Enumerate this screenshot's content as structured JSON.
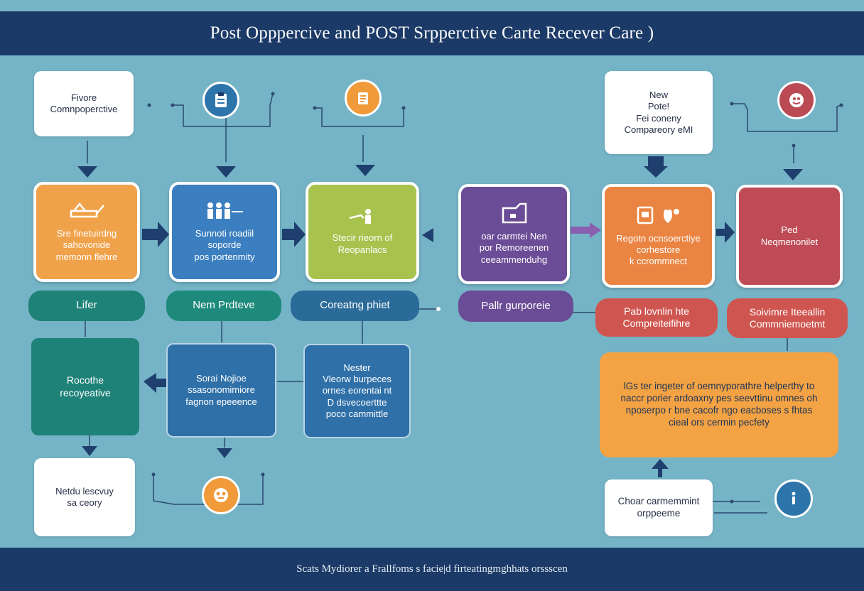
{
  "header": {
    "title": "Post Opppercive and POST Srpperctive Carte Recever Care )"
  },
  "footer": {
    "caption": "Scats Mydiorer a Frallfoms s facie|d firteatingmghhats orssscen"
  },
  "boxes": {
    "pre_operative": [
      "Fivore",
      "Comnpoperctive"
    ],
    "new_post": [
      "New",
      "Pote!",
      "Fei coneny",
      "Compareory eMI"
    ],
    "nil_recovery": [
      "Netdu lescvuy",
      "sa ceory"
    ],
    "choose": [
      "Choar carmemmint",
      "orppeeme"
    ]
  },
  "cards": {
    "c1": [
      "Sre finetuirdng",
      "sahovonide",
      "memonn flehre"
    ],
    "c2": [
      "Sunnoti roadiil",
      "soporde",
      "pos portenmity"
    ],
    "c3": [
      "Stecir rieorn of",
      "Reopanlacs"
    ],
    "c4": [
      "oar carmtei Nen",
      "por Remoreenen",
      "ceeammenduhg"
    ],
    "c5": [
      "Regotn ocnsoerctiye",
      "corhestore",
      "k ccrommnect"
    ],
    "c6": [
      "Ped",
      "Neqmenonilet"
    ]
  },
  "pills": {
    "p1": "Lifer",
    "p2": "Nem Prdteve",
    "p3": "Coreatng phiet",
    "p4": "Pallr gurporeie",
    "p5": [
      "Pab lovnlin hte",
      "Compreiteifihre"
    ],
    "p6": [
      "Soivimre Iteeallin",
      "Commniemoetmt"
    ]
  },
  "lower": {
    "l1": [
      "Rocothe",
      "recoyeative"
    ],
    "l2": [
      "Sorai Nojioe",
      "ssasonomimiore",
      "fagnon epeeence"
    ],
    "l3": [
      "Nester",
      "Vleorw burpeces",
      "ornes eorentai nt",
      "D dsvecoerttte",
      "poco cammittle"
    ]
  },
  "summary": [
    "lGs ter ingeter of oemnyporathre helperthy to",
    "naccr porier ardoaxny pes seevttinu omnes oh",
    "nposerpo r bne cacofr ngo eacboses s fhtas",
    "cieal ors cermin pecfety"
  ],
  "icons": [
    "clipboard-icon",
    "report-icon",
    "feedback-icon",
    "pill-icon",
    "info-icon"
  ],
  "colors": {
    "background": "#75b3c6",
    "banner": "#1b3a67",
    "orange": "#f0a24a",
    "blue": "#3b7fc0",
    "green": "#a8c24e",
    "purple": "#6b4c96",
    "red": "#be4b56",
    "teal": "#1e8278"
  }
}
